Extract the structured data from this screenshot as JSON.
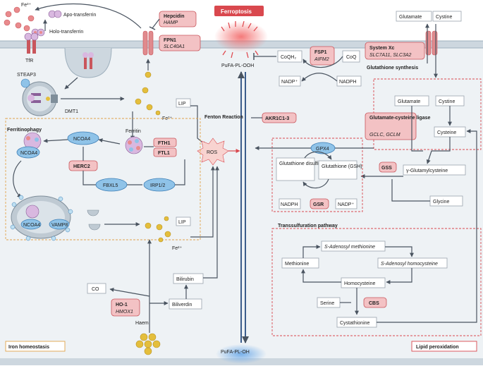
{
  "top": {
    "fe3": "Fe³⁺",
    "apo_transferrin": "Apo-transferrin",
    "holo_transferrin": "Holo-transferrin",
    "tfr": "TfR",
    "steap3": "STEAP3",
    "dmt1": "DMT1"
  },
  "hepcidin": {
    "name": "Hepcidin",
    "gene": "HAMP"
  },
  "fpn1": {
    "name": "FPN1",
    "gene": "SLC40A1"
  },
  "ferroptosis": "Ferroptosis",
  "lipids": {
    "pufa_pl_ooh": "PuFA-PL-OOH",
    "pufa_pl_oh": "PuFA-PL-OH"
  },
  "fsp1": {
    "name": "FSP1",
    "gene": "AIFM2",
    "coqh2": "CoQH₂",
    "coq": "CoQ",
    "nadp": "NADP⁺",
    "nadph": "NADPH"
  },
  "system_xc": {
    "name": "System Xc",
    "genes": "SLC7A11, SLC3A2",
    "glutamate": "Glutamate",
    "cystine": "Cystine"
  },
  "gsh_synthesis": {
    "title": "Glutathione synthesis",
    "glutamate": "Glutamate",
    "cystine": "Cystine",
    "cysteine": "Cysteine",
    "gcl_name": "Glutamate-cysteine ligase",
    "gcl_genes": "GCLC, GCLM",
    "gamma": "γ-Glutamylcysteine",
    "gss": "GSS",
    "glycine": "Glycine",
    "gsh": "Glutathione (GSH)",
    "gssg": "Glutathione disulfide (GSSH)",
    "gpx4": "GPX4",
    "gsr": "GSR",
    "nadph": "NADPH",
    "nadp": "NADP⁺"
  },
  "akr1c3": "AKR1C1-3",
  "iron": {
    "lip1": "LIP",
    "fe2": "Fe²⁺",
    "ferritin": "Ferritin",
    "fth1": "FTH1",
    "ftl1": "FTL1",
    "ros": "ROS",
    "fenton": "Fenton Reaction",
    "lip2": "LIP",
    "fe2b": "Fe²⁺"
  },
  "ferritinophagy": {
    "title": "Ferritinophagy",
    "ncoa4": "NCOA4",
    "ncoa4_b": "NCOA4",
    "ncoa4_c": "NCOA4",
    "herc2": "HERC2",
    "fbxl5": "FBXL5",
    "irp": "IRP1/2",
    "vamp8": "VAMP8"
  },
  "haem": {
    "co": "CO",
    "ho1_name": "HO-1",
    "ho1_gene": "HMOX1",
    "biliverdin": "Biliverdin",
    "bilirubin": "Bilirubin",
    "haem": "Haem"
  },
  "transsulfuration": {
    "title": "Transsulfuration pathway",
    "sam": "S-Adenosyl methionine",
    "sah": "S-Adenosyl homocysteine",
    "methionine": "Methionine",
    "homocysteine": "Homocysteine",
    "serine": "Serine",
    "cbs": "CBS",
    "cystathionine": "Cystathionine"
  },
  "footer": {
    "iron_homeostasis": "Iron homeostasis",
    "lipid_peroxidation": "Lipid peroxidation"
  },
  "colors": {
    "membrane": "#cdd7df",
    "inhibitor": "#f3c2c4",
    "enzyme": "#8fc3e8",
    "accent_red": "#d9484e",
    "iron": "#e4be3c"
  }
}
